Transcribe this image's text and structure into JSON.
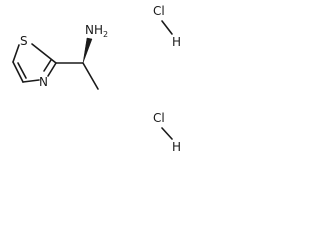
{
  "molecule": {
    "ring_atoms": {
      "sulfur": "S",
      "nitrogen": "N"
    },
    "amine": {
      "symbol": "NH",
      "subscript": "2"
    },
    "salt": [
      {
        "halogen": "Cl",
        "hydrogen": "H"
      },
      {
        "halogen": "Cl",
        "hydrogen": "H"
      }
    ]
  }
}
